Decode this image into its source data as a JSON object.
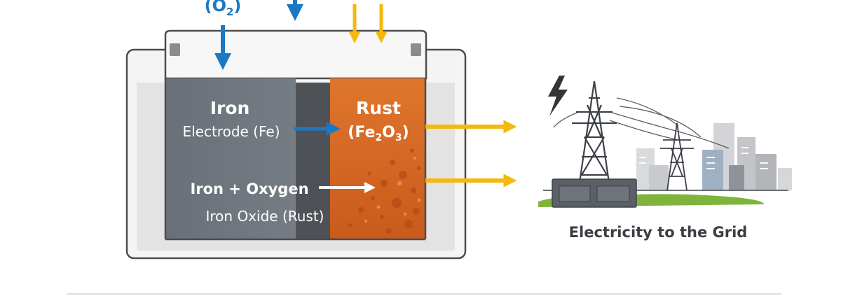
{
  "diagram": {
    "oxygen_label": "(O",
    "oxygen_sub": "2",
    "oxygen_close": ")",
    "iron": {
      "title": "Iron",
      "subtitle": "Electrode (Fe)"
    },
    "rust": {
      "title": "Rust",
      "formula_a": "(Fe",
      "formula_sub1": "2",
      "formula_b": "O",
      "formula_sub2": "3",
      "formula_c": ")"
    },
    "reaction": {
      "line1": "Iron + Oxygen",
      "line2": "Iron Oxide (Rust)"
    },
    "grid_label": "Electricity to the Grid",
    "colors": {
      "blue_arrow": "#1b78c2",
      "yellow_arrow": "#f5b80f",
      "iron": "#6e747c",
      "rust": "#d86a25",
      "casing": "#f2f2f2",
      "outline": "#5a5a5a",
      "grass": "#7fb43c"
    }
  }
}
